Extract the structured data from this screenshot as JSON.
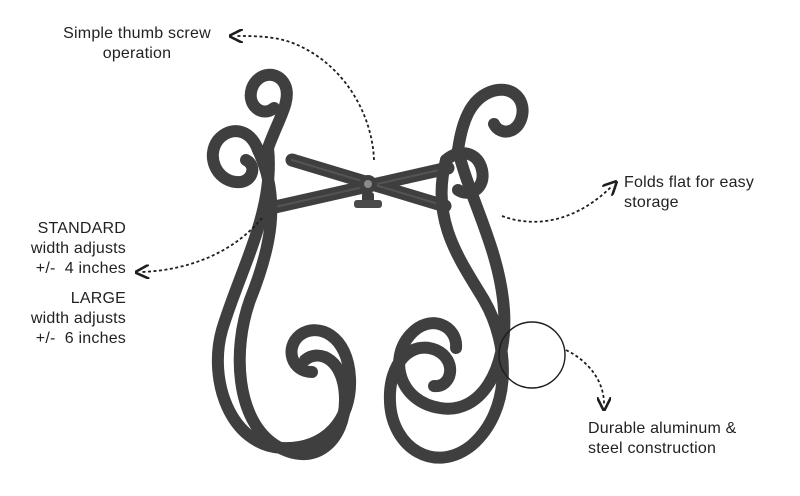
{
  "callouts": {
    "thumb_screw": {
      "line1": "Simple thumb screw",
      "line2": "operation"
    },
    "folds_flat": {
      "line1": "Folds flat for easy",
      "line2": "storage"
    },
    "standard": {
      "line1": "STANDARD",
      "line2": "width adjusts",
      "line3": "+/-  4 inches"
    },
    "large": {
      "line1": "LARGE",
      "line2": "width adjusts",
      "line3": "+/-  6 inches"
    },
    "durable": {
      "line1": "Durable aluminum &",
      "line2": "steel construction"
    }
  },
  "colors": {
    "metal": "#3f3f3f",
    "metal_highlight": "#6a6a6a",
    "arrow": "#1e1e1e",
    "text": "#222222"
  },
  "icons": {
    "arrow": "hand-drawn-arrow-icon"
  }
}
